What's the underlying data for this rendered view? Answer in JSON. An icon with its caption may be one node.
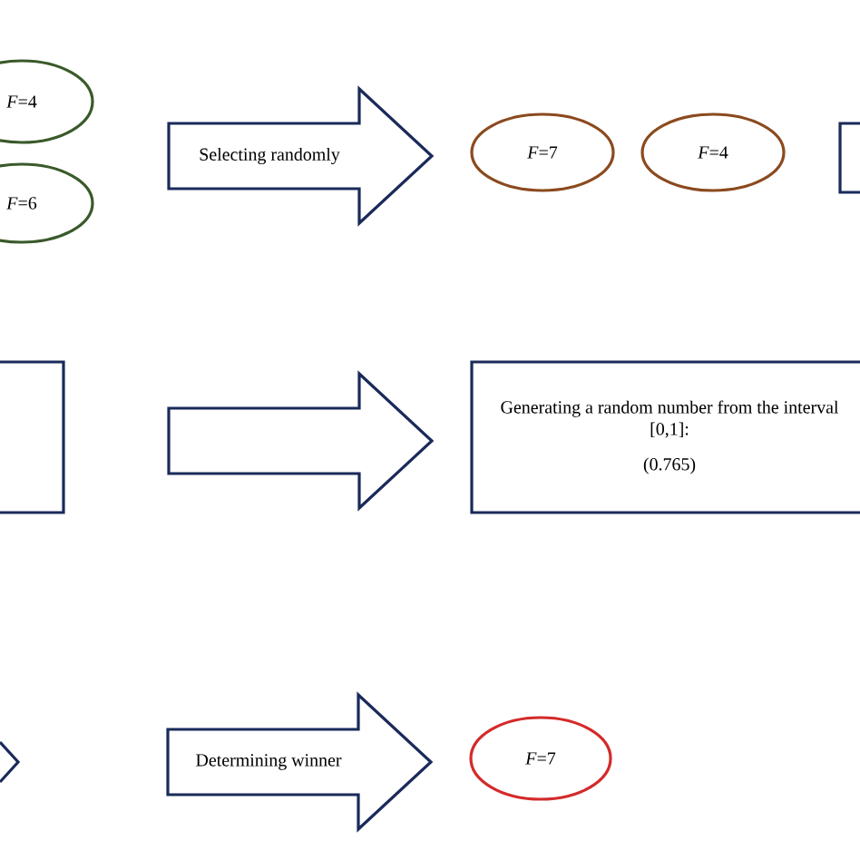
{
  "diagram": {
    "nodes": [
      {
        "text": [
          "*F*=4"
        ]
      },
      {
        "text": [
          "*F*=6"
        ]
      },
      {
        "text": [
          "*F*=7"
        ]
      },
      {
        "text": [
          "*F*=4"
        ]
      },
      {
        "text": [],
        "shape": "box"
      },
      {
        "text": [],
        "shape": "box"
      },
      {
        "text": [
          "Generating a random number from the interval [0,1]:",
          "(0.765)"
        ]
      },
      {
        "text": [
          "*F*=7"
        ]
      }
    ],
    "edges": [
      {
        "from": 0,
        "to": 2,
        "arrow": "to",
        "label": "Selecting randomly"
      },
      {
        "from": 5,
        "to": 6,
        "arrow": "to"
      },
      {
        "from": null,
        "to": 7,
        "arrow": "to",
        "label": "Determining winner"
      }
    ]
  }
}
